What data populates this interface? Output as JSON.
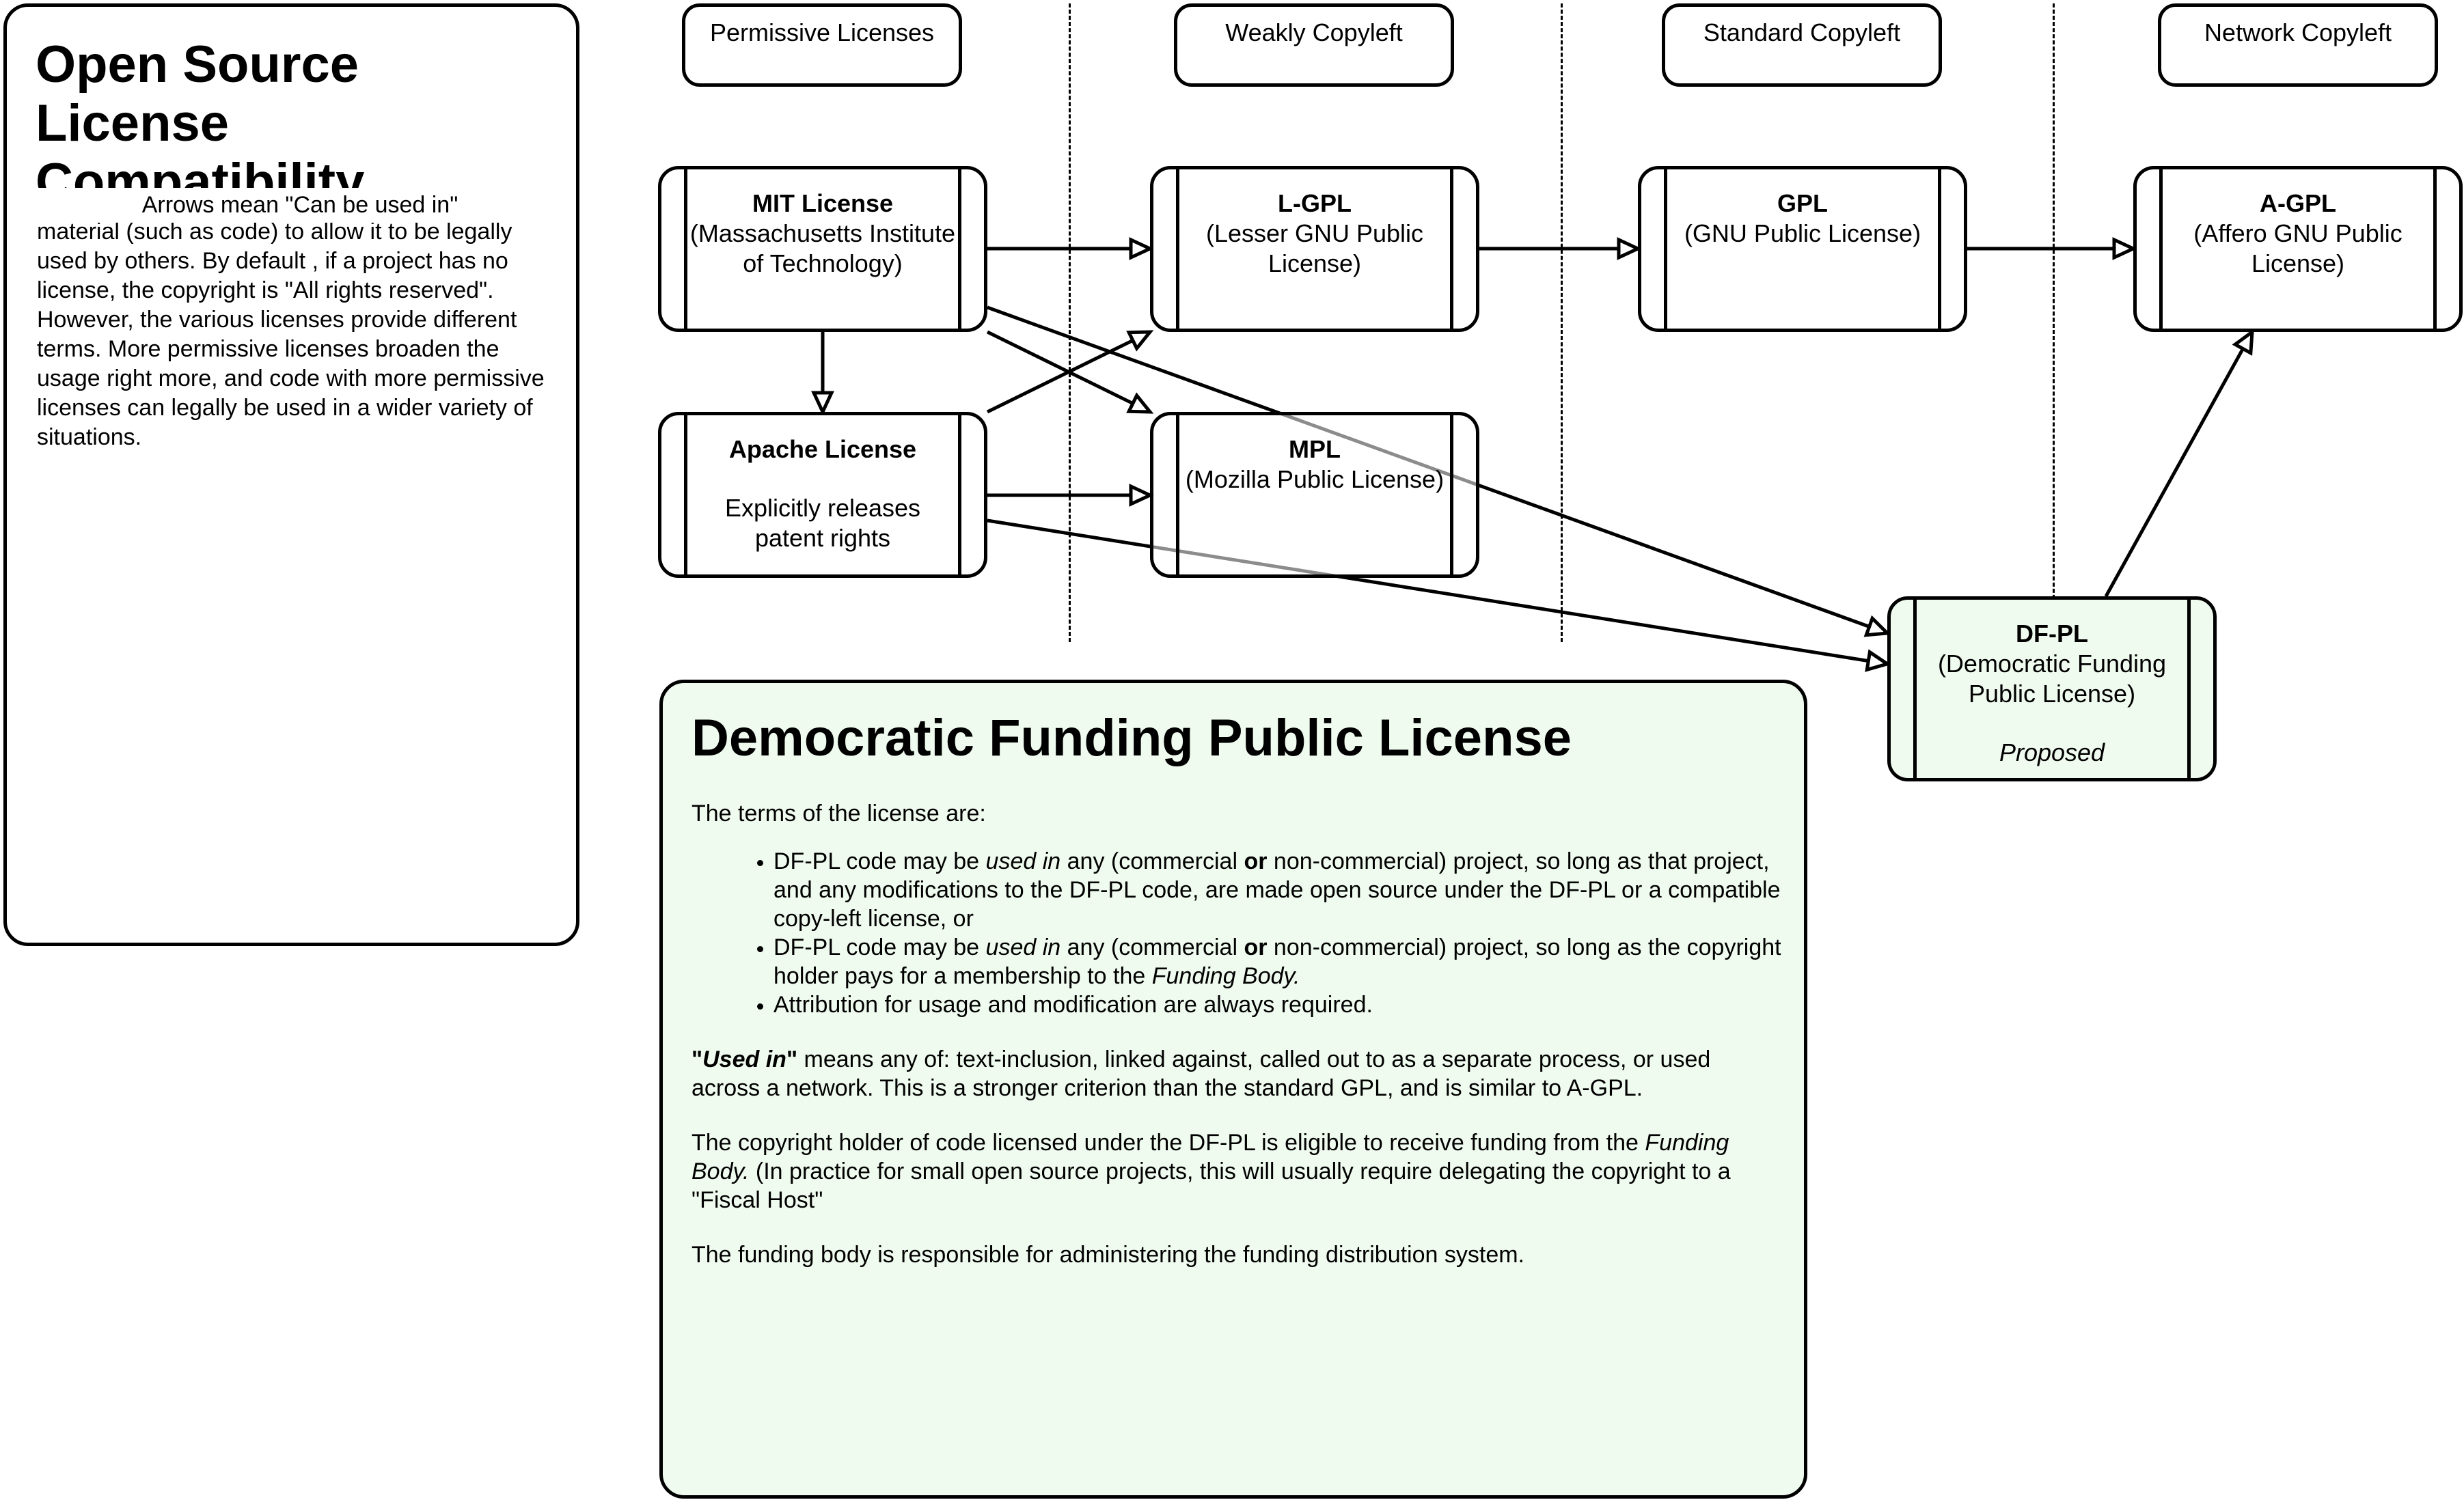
{
  "intro": {
    "title": "Open Source License Compatibility",
    "description": "Code licenses grant usage rights of copyrighted material (such as code) to allow it to be legally used by others. By default , if a project has no license, the copyright is \"All rights reserved\". However, the various licenses provide different terms. More permissive licenses broaden the usage right more, and code with more permissive licenses can legally be used in a wider variety of situations.",
    "legend": "Arrows mean \"Can be used in\""
  },
  "categories": [
    {
      "label": "Permissive Licenses"
    },
    {
      "label": "Weakly Copyleft"
    },
    {
      "label": "Standard Copyleft"
    },
    {
      "label": "Network Copyleft"
    }
  ],
  "nodes": {
    "mit": {
      "title": "MIT License",
      "subtitle": "(Massachusetts Institute of Technology)"
    },
    "apache": {
      "title": "Apache License",
      "note": "Explicitly releases patent rights"
    },
    "lgpl": {
      "title": "L-GPL",
      "subtitle": "(Lesser GNU Public License)"
    },
    "mpl": {
      "title": "MPL",
      "subtitle": "(Mozilla Public License)"
    },
    "gpl": {
      "title": "GPL",
      "subtitle": "(GNU Public License)"
    },
    "agpl": {
      "title": "A-GPL",
      "subtitle": "(Affero GNU Public License)"
    },
    "dfpl": {
      "title": "DF-PL",
      "subtitle": "(Democratic Funding Public License)",
      "status": "Proposed"
    }
  },
  "edges": [
    {
      "from": "mit",
      "to": "lgpl"
    },
    {
      "from": "mit",
      "to": "apache"
    },
    {
      "from": "mit",
      "to": "mpl"
    },
    {
      "from": "mit",
      "to": "dfpl"
    },
    {
      "from": "apache",
      "to": "lgpl"
    },
    {
      "from": "apache",
      "to": "mpl"
    },
    {
      "from": "apache",
      "to": "dfpl"
    },
    {
      "from": "lgpl",
      "to": "gpl"
    },
    {
      "from": "gpl",
      "to": "agpl"
    },
    {
      "from": "dfpl",
      "to": "agpl"
    }
  ],
  "panel": {
    "title": "Democratic Funding Public License",
    "intro": "The terms of the license are:",
    "bullets": [
      {
        "a": "DF-PL code may be ",
        "used_in": "used in",
        "b": " any (commercial ",
        "or": "or",
        "c": " non-commercial) project, so long as that project, and any modifications to the DF-PL code, are made open source under the DF-PL or a compatible copy-left license, or"
      },
      {
        "a": "DF-PL code may be ",
        "used_in": "used in",
        "b": " any (commercial ",
        "or": "or",
        "c": " non-commercial) project, so long as the copyright holder pays for a membership to the ",
        "funding_body": "Funding Body."
      },
      {
        "text": "Attribution for usage and modification are always required."
      }
    ],
    "used_in_def": {
      "quote_open": "\"",
      "term": "Used in",
      "quote_close": "\"",
      "text": " means any of: text-inclusion, linked against, called out to as a separate process, or used across a network. This is a stronger criterion than the standard GPL, and is similar to A-GPL."
    },
    "funding": {
      "a": "The copyright holder of code licensed under the DF-PL is eligible to receive funding from the ",
      "funding_body": "Funding Body.",
      "b": " (In practice for small open source projects, this will usually require delegating the copyright to a \"Fiscal Host\""
    },
    "admin": "The funding body is responsible for administering the funding distribution system."
  }
}
